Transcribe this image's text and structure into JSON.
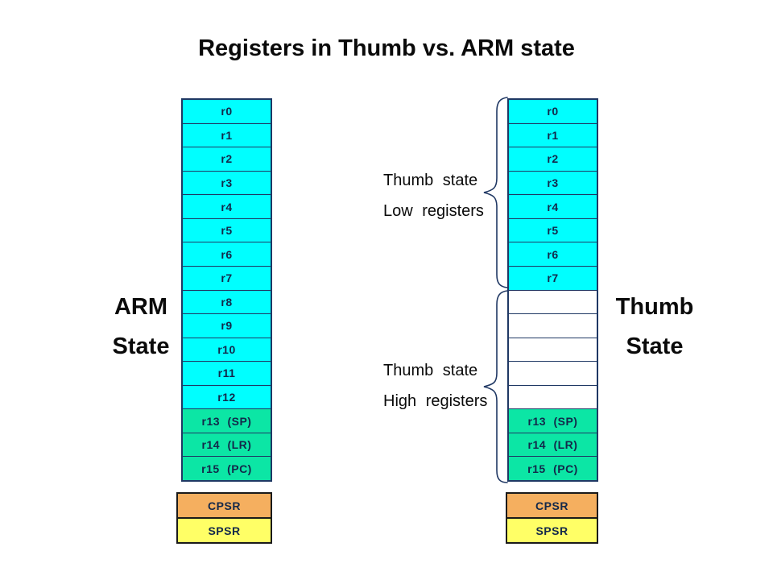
{
  "title": "Registers in Thumb vs. ARM state",
  "left_panel": {
    "state_label": {
      "line1": "ARM",
      "line2": "State"
    },
    "registers": [
      {
        "label": "r0",
        "type": "cyan"
      },
      {
        "label": "r1",
        "type": "cyan"
      },
      {
        "label": "r2",
        "type": "cyan"
      },
      {
        "label": "r3",
        "type": "cyan"
      },
      {
        "label": "r4",
        "type": "cyan"
      },
      {
        "label": "r5",
        "type": "cyan"
      },
      {
        "label": "r6",
        "type": "cyan"
      },
      {
        "label": "r7",
        "type": "cyan"
      },
      {
        "label": "r8",
        "type": "cyan"
      },
      {
        "label": "r9",
        "type": "cyan"
      },
      {
        "label": "r10",
        "type": "cyan"
      },
      {
        "label": "r11",
        "type": "cyan"
      },
      {
        "label": "r12",
        "type": "cyan"
      },
      {
        "label": "r13 (SP)",
        "type": "green"
      },
      {
        "label": "r14 (LR)",
        "type": "green"
      },
      {
        "label": "r15 (PC)",
        "type": "green"
      }
    ],
    "status": {
      "cpsr": "CPSR",
      "spsr": "SPSR"
    }
  },
  "right_panel": {
    "state_label": {
      "line1": "Thumb",
      "line2": "State"
    },
    "registers": [
      {
        "label": "r0",
        "type": "cyan"
      },
      {
        "label": "r1",
        "type": "cyan"
      },
      {
        "label": "r2",
        "type": "cyan"
      },
      {
        "label": "r3",
        "type": "cyan"
      },
      {
        "label": "r4",
        "type": "cyan"
      },
      {
        "label": "r5",
        "type": "cyan"
      },
      {
        "label": "r6",
        "type": "cyan"
      },
      {
        "label": "r7",
        "type": "cyan"
      },
      {
        "label": "",
        "type": "empty"
      },
      {
        "label": "",
        "type": "empty"
      },
      {
        "label": "",
        "type": "empty"
      },
      {
        "label": "",
        "type": "empty"
      },
      {
        "label": "",
        "type": "empty"
      },
      {
        "label": "r13 (SP)",
        "type": "green"
      },
      {
        "label": "r14 (LR)",
        "type": "green"
      },
      {
        "label": "r15 (PC)",
        "type": "green"
      }
    ],
    "status": {
      "cpsr": "CPSR",
      "spsr": "SPSR"
    }
  },
  "annotations": {
    "low": {
      "line1": "Thumb state",
      "line2": "Low registers"
    },
    "high": {
      "line1": "Thumb state",
      "line2": "High registers"
    }
  },
  "colors": {
    "cyan": "#00FFFF",
    "green": "#0CE6A5",
    "empty": "#FFFFFF",
    "orange": "#F5AF5F",
    "yellow": "#FFFF66",
    "cell_border": "#1F3864",
    "psr_border": "#1A1A1A",
    "brace": "#203864",
    "text": "#0A0A0A",
    "register_text": "#13284A"
  }
}
